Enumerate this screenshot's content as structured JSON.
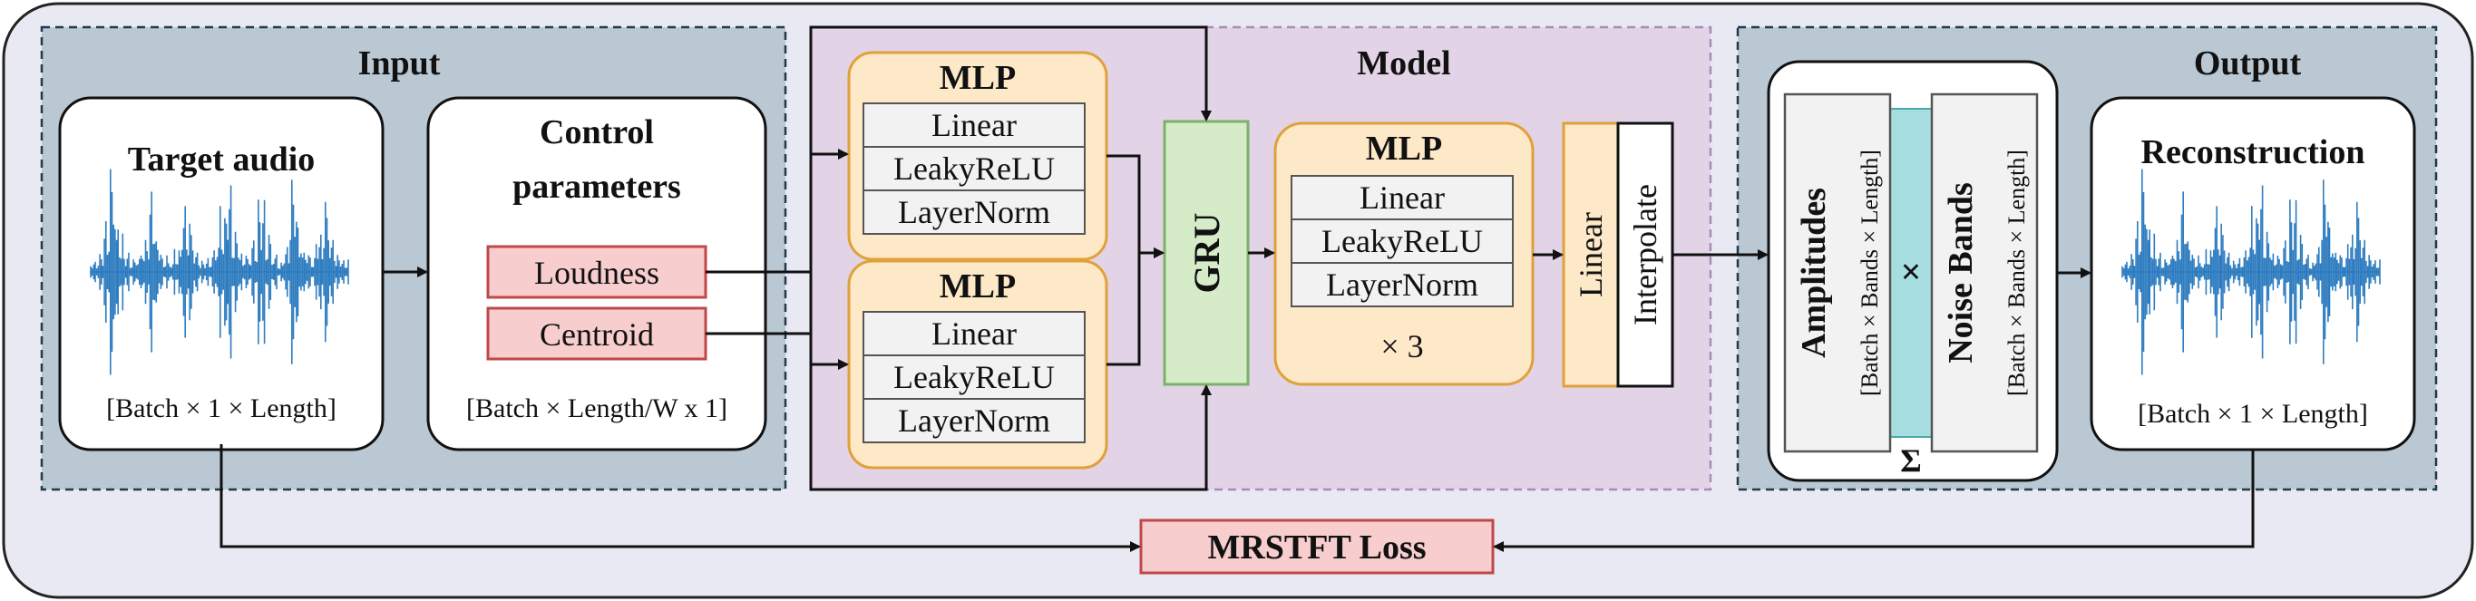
{
  "sections": {
    "input_title": "Input",
    "model_title": "Model",
    "output_title": "Output"
  },
  "input": {
    "target_audio": {
      "title": "Target audio",
      "shape": "[Batch × 1 × Length]"
    },
    "control": {
      "title_line1": "Control",
      "title_line2": "parameters",
      "loudness": "Loudness",
      "centroid": "Centroid",
      "shape": "[Batch × Length/W x 1]"
    }
  },
  "model": {
    "mlp_top": {
      "title": "MLP",
      "layers": [
        "Linear",
        "LeakyReLU",
        "LayerNorm"
      ]
    },
    "mlp_bottom": {
      "title": "MLP",
      "layers": [
        "Linear",
        "LeakyReLU",
        "LayerNorm"
      ]
    },
    "gru": "GRU",
    "mlp_main": {
      "title": "MLP",
      "layers": [
        "Linear",
        "LeakyReLU",
        "LayerNorm"
      ],
      "repeat": "× 3"
    },
    "linear": "Linear",
    "interpolate": "Interpolate"
  },
  "output": {
    "amplitudes": {
      "title": "Amplitudes",
      "shape": "[Batch × Bands × Length]"
    },
    "noise_bands": {
      "title": "Noise Bands",
      "shape": "[Batch × Bands × Length]"
    },
    "multiply_symbol": "×",
    "sum_symbol": "Σ",
    "reconstruction": {
      "title": "Reconstruction",
      "shape": "[Batch × 1 × Length]"
    }
  },
  "loss": "MRSTFT Loss",
  "colors": {
    "outer_bg": "#e9e9f3",
    "section_bg": "#b9c8d2",
    "model_bg": "#e2d3e6",
    "mlp_fill": "#fde8c8",
    "mlp_stroke": "#e0a13a",
    "layer_fill": "#f2f2f2",
    "gru_fill": "#d6ecc9",
    "gru_stroke": "#7cb267",
    "param_fill": "#f7cdcd",
    "param_stroke": "#c04848",
    "waveform": "#2f7dc0",
    "teal": "#a7dfe0"
  },
  "waveform": {
    "envelope": [
      0.1,
      0.18,
      0.55,
      0.95,
      0.4,
      0.2,
      0.12,
      0.15,
      0.35,
      0.8,
      0.3,
      0.15,
      0.1,
      0.22,
      0.7,
      0.45,
      0.18,
      0.12,
      0.14,
      0.28,
      0.6,
      0.85,
      0.4,
      0.2,
      0.15,
      0.3,
      0.75,
      0.35,
      0.16,
      0.1,
      0.25,
      0.9,
      0.5,
      0.22,
      0.14,
      0.4,
      0.65,
      0.3,
      0.18,
      0.12
    ]
  }
}
